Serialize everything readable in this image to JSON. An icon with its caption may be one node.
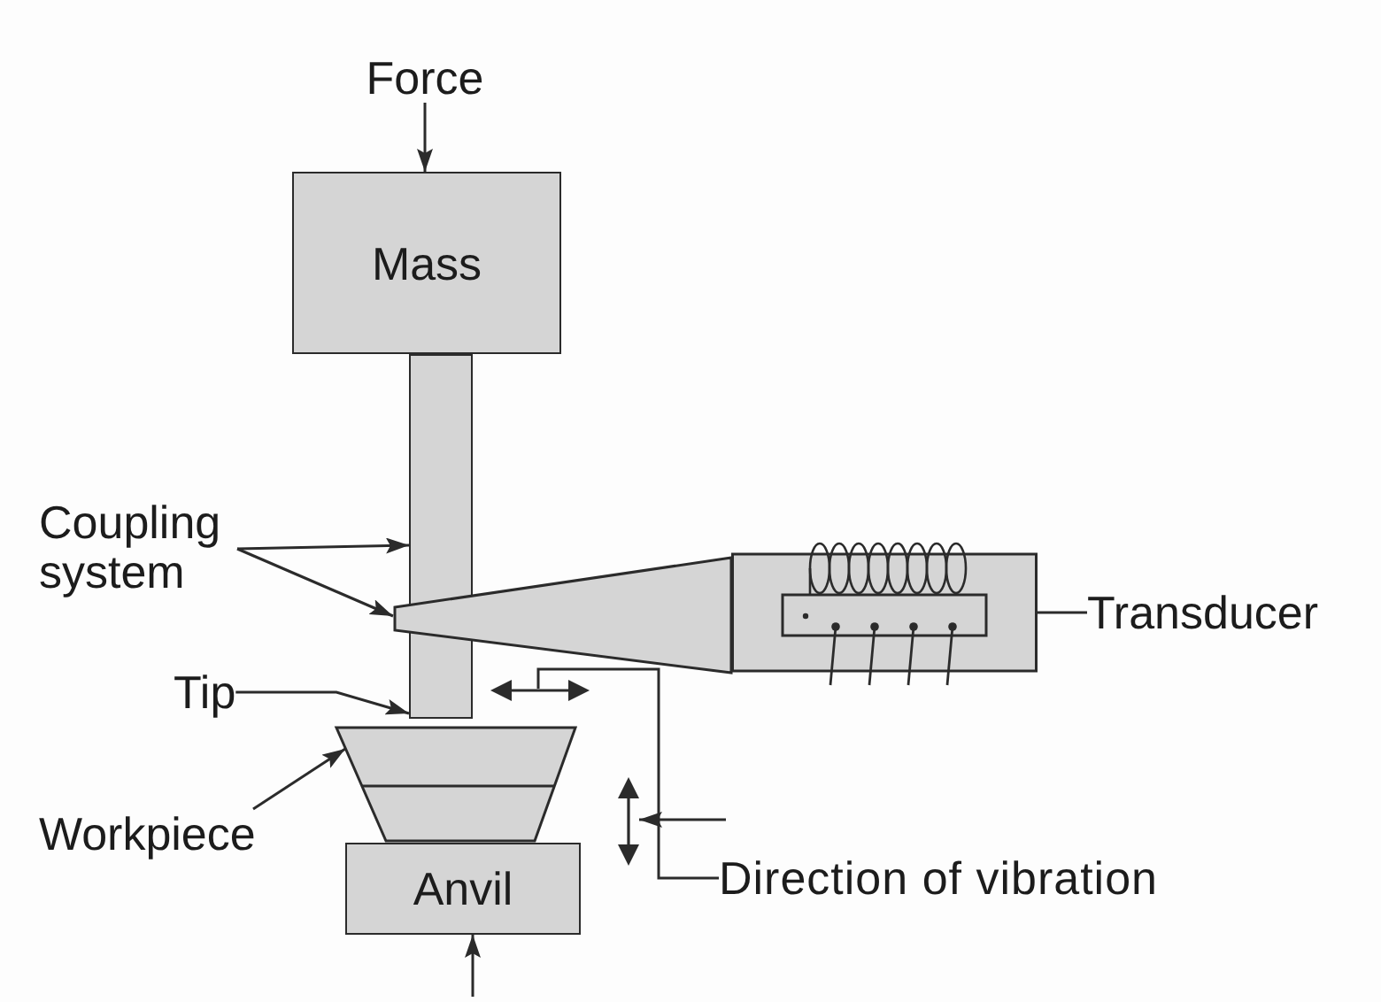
{
  "diagram": {
    "nodes": [
      {
        "text": [
          "Force"
        ]
      },
      {
        "text": [
          "Mass"
        ]
      },
      {
        "text": [],
        "shape": "bar"
      },
      {
        "text": [
          "Coupling system"
        ]
      },
      {
        "text": [],
        "shape": "cone"
      },
      {
        "text": [],
        "shape": "box"
      },
      {
        "text": [
          "Transducer"
        ]
      },
      {
        "text": [
          "Tip"
        ]
      },
      {
        "text": [],
        "shape": "arrow"
      },
      {
        "text": [
          "Workpiece"
        ]
      },
      {
        "text": [],
        "shape": "trapezoid"
      },
      {
        "text": [],
        "shape": "arrow"
      },
      {
        "text": [
          "Direction of vibration"
        ]
      },
      {
        "text": [
          "Anvil"
        ]
      }
    ],
    "edges": [
      {
        "from": 0,
        "to": 1,
        "arrow": "to"
      },
      {
        "from": 3,
        "to": 2,
        "arrow": "to"
      },
      {
        "from": 3,
        "to": 4,
        "arrow": "to"
      },
      {
        "from": 6,
        "to": 5,
        "arrow": "none"
      },
      {
        "from": 7,
        "to": 2,
        "arrow": "to"
      },
      {
        "from": 9,
        "to": 10,
        "arrow": "to"
      },
      {
        "from": 12,
        "to": 8,
        "arrow": "none"
      },
      {
        "from": null,
        "to": 11,
        "arrow": "to"
      },
      {
        "from": null,
        "to": 13,
        "arrow": "to"
      }
    ]
  }
}
